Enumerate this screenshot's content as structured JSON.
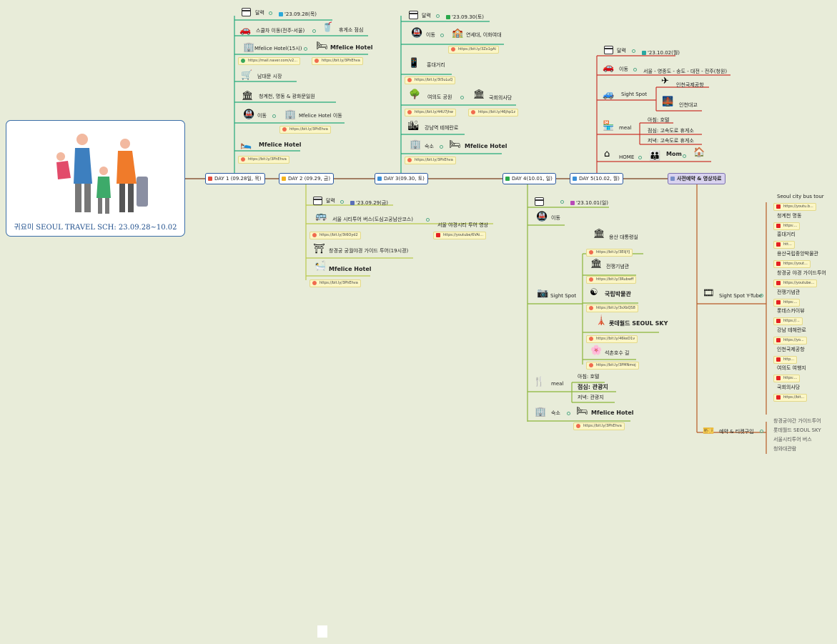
{
  "root": {
    "title": "귀요미 SEOUL TRAVEL SCH: 23.09.28~10.02"
  },
  "days": [
    {
      "label": "DAY 1 (09.28일, 목)",
      "color": "#e24b3a"
    },
    {
      "label": "DAY 2 (09.29, 금)",
      "color": "#f3b21b"
    },
    {
      "label": "DAY 3(09.30, 토)",
      "color": "#3a8fd8"
    },
    {
      "label": "DAY 4(10.01, 일)",
      "color": "#2aa84a"
    },
    {
      "label": "DAY 5(10.02, 월)",
      "color": "#3a8fd8"
    },
    {
      "label": "사전예약 & 영상자료",
      "color": "#7a8fc8"
    }
  ],
  "day1": {
    "cal": "달력",
    "date": "'23.09.28(목)",
    "car": "스쿨차 이동(전주-서울)",
    "rest": "휴게소 점심",
    "hotel_time": "Mfelice Hotel(15시)",
    "hotel1": "Mfelice Hotel",
    "mail_link": "https://mail.naver.com/v2...",
    "link1": "https://bit.ly/3PhEhva",
    "market": "남대문 시장",
    "tour": "청계천, 명동 & 광화문일원",
    "move": "이동",
    "hotel_move": "Mfelice Hotel 이동",
    "link2": "https://bit.ly/3PhEhva",
    "hotel2": "Mfelice Hotel",
    "link3": "https://bit.ly/3PhEhva"
  },
  "day2": {
    "cal": "달력",
    "date": "'23.09.29(금)",
    "bus": "서울 시티투어 버스(도심고궁남산코스)",
    "night": "서울 야경시티 투어 영상",
    "link1": "https://bit.ly/3t6Oyd2",
    "yt1": "https://youtube/6VAi...",
    "palace": "창경궁 궁궐야경 가이드 투어(19시경)",
    "hotel": "Mfelice Hotel",
    "link2": "https://bit.ly/3PhEhva"
  },
  "day3": {
    "cal": "달력",
    "date": "'23.09.30(토)",
    "move": "이동",
    "univ": "연세대, 이화여대",
    "link1": "https://bit.ly/3Zo1gAi",
    "hongdae": "홍대거리",
    "link2": "https://bit.ly/3t5uLuQ",
    "park": "여의도 공원",
    "assembly": "국회의사당",
    "link3": "https://bit.ly/44U7jhw",
    "link4": "https://bit.ly/46jhp1z",
    "gangnam": "강남역 테헤란로",
    "stay": "숙소",
    "hotel": "Mfelice Hotel",
    "link5": "https://bit.ly/3PhEhva"
  },
  "day4": {
    "date": "'23.10.01(일)",
    "move": "이동",
    "sight": "Sight Spot",
    "s1": "용산 대통령실",
    "l1": "https://bit.ly/3ElljYJ",
    "s2": "전쟁기념관",
    "l2": "https://bit.ly/3Rubwff",
    "s3": "국립박물관",
    "l3": "https://bit.ly/3sXbQS8",
    "s4": "롯데월드 SEOUL SKY",
    "l4": "https://bit.ly/46keD1v",
    "s5": "석촌호수 길",
    "l5": "https://bit.ly/3PMNmoj",
    "meal": "meal",
    "m1": "아침: 호텔",
    "m2": "점심: 관광지",
    "m3": "저녁: 관광지",
    "stay": "숙소",
    "hotel": "Mfelice Hotel",
    "link": "https://bit.ly/3PhEhva"
  },
  "day5": {
    "cal": "달력",
    "date": "'23.10.02(월)",
    "move": "이동",
    "route": "서울 - 영종도 - 송도 - 대전 - 전주(청원)",
    "sight": "Sight Spot",
    "s1": "인천국제공항",
    "s2": "인천대교",
    "meal": "meal",
    "m1": "아침: 호텔",
    "m2": "점심: 고속도로 휴게소",
    "m3": "저녁: 고속도로 휴게소",
    "home": "HOME",
    "mom": "Mom"
  },
  "extra": {
    "ytube": "Sight Spot Y-Tube",
    "items": [
      {
        "t": "Seoul city bus tour",
        "l": "https://youtu.b..."
      },
      {
        "t": "청계천 명동",
        "l": "https:..."
      },
      {
        "t": "홍대거리",
        "l": "htt..."
      },
      {
        "t": "용산국립중앙박물관",
        "l": "https://yout..."
      },
      {
        "t": "창경궁 야경 가이드투어",
        "l": "https://youtube..."
      },
      {
        "t": "전쟁기념관",
        "l": "https:..."
      },
      {
        "t": "롯데스카이뷰",
        "l": "https://..."
      },
      {
        "t": "강남 테헤란로",
        "l": "https://yo..."
      },
      {
        "t": "인천국제공항",
        "l": "http..."
      },
      {
        "t": "여의도 여행지",
        "l": "https:..."
      },
      {
        "t": "국회의사당",
        "l": "https://bit..."
      }
    ],
    "booking": "예약 & 티켓구입",
    "bookings": [
      "창경궁야간 가이드투어",
      "롯데월드 SEOUL SKY",
      "서울시티투어 버스",
      "청와대관람"
    ]
  }
}
